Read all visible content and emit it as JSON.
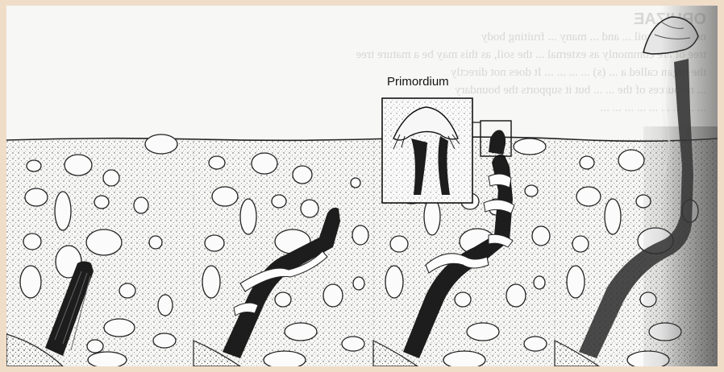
{
  "figure": {
    "callout_label": "Primordium",
    "bleed_through_heading": "ORHIZAE",
    "bleed_through_lines": [
      "nema ... of soil ... and ... many ... fruiting body",
      "tree of are commonly as external ... the soil, as this may be a mature tree",
      "the organ called a ... (s) ... ... ... ... It does not directly",
      "... resources of the ... ... but it supports the boundary",
      "... ... ... ... ... ... ... ... ..."
    ],
    "panels": [
      "stage-1",
      "stage-2",
      "stage-3",
      "stage-4"
    ],
    "colors": {
      "background": "#f0ddc8",
      "paper": "#f7f7f5",
      "ink": "#1a1a1a"
    }
  }
}
